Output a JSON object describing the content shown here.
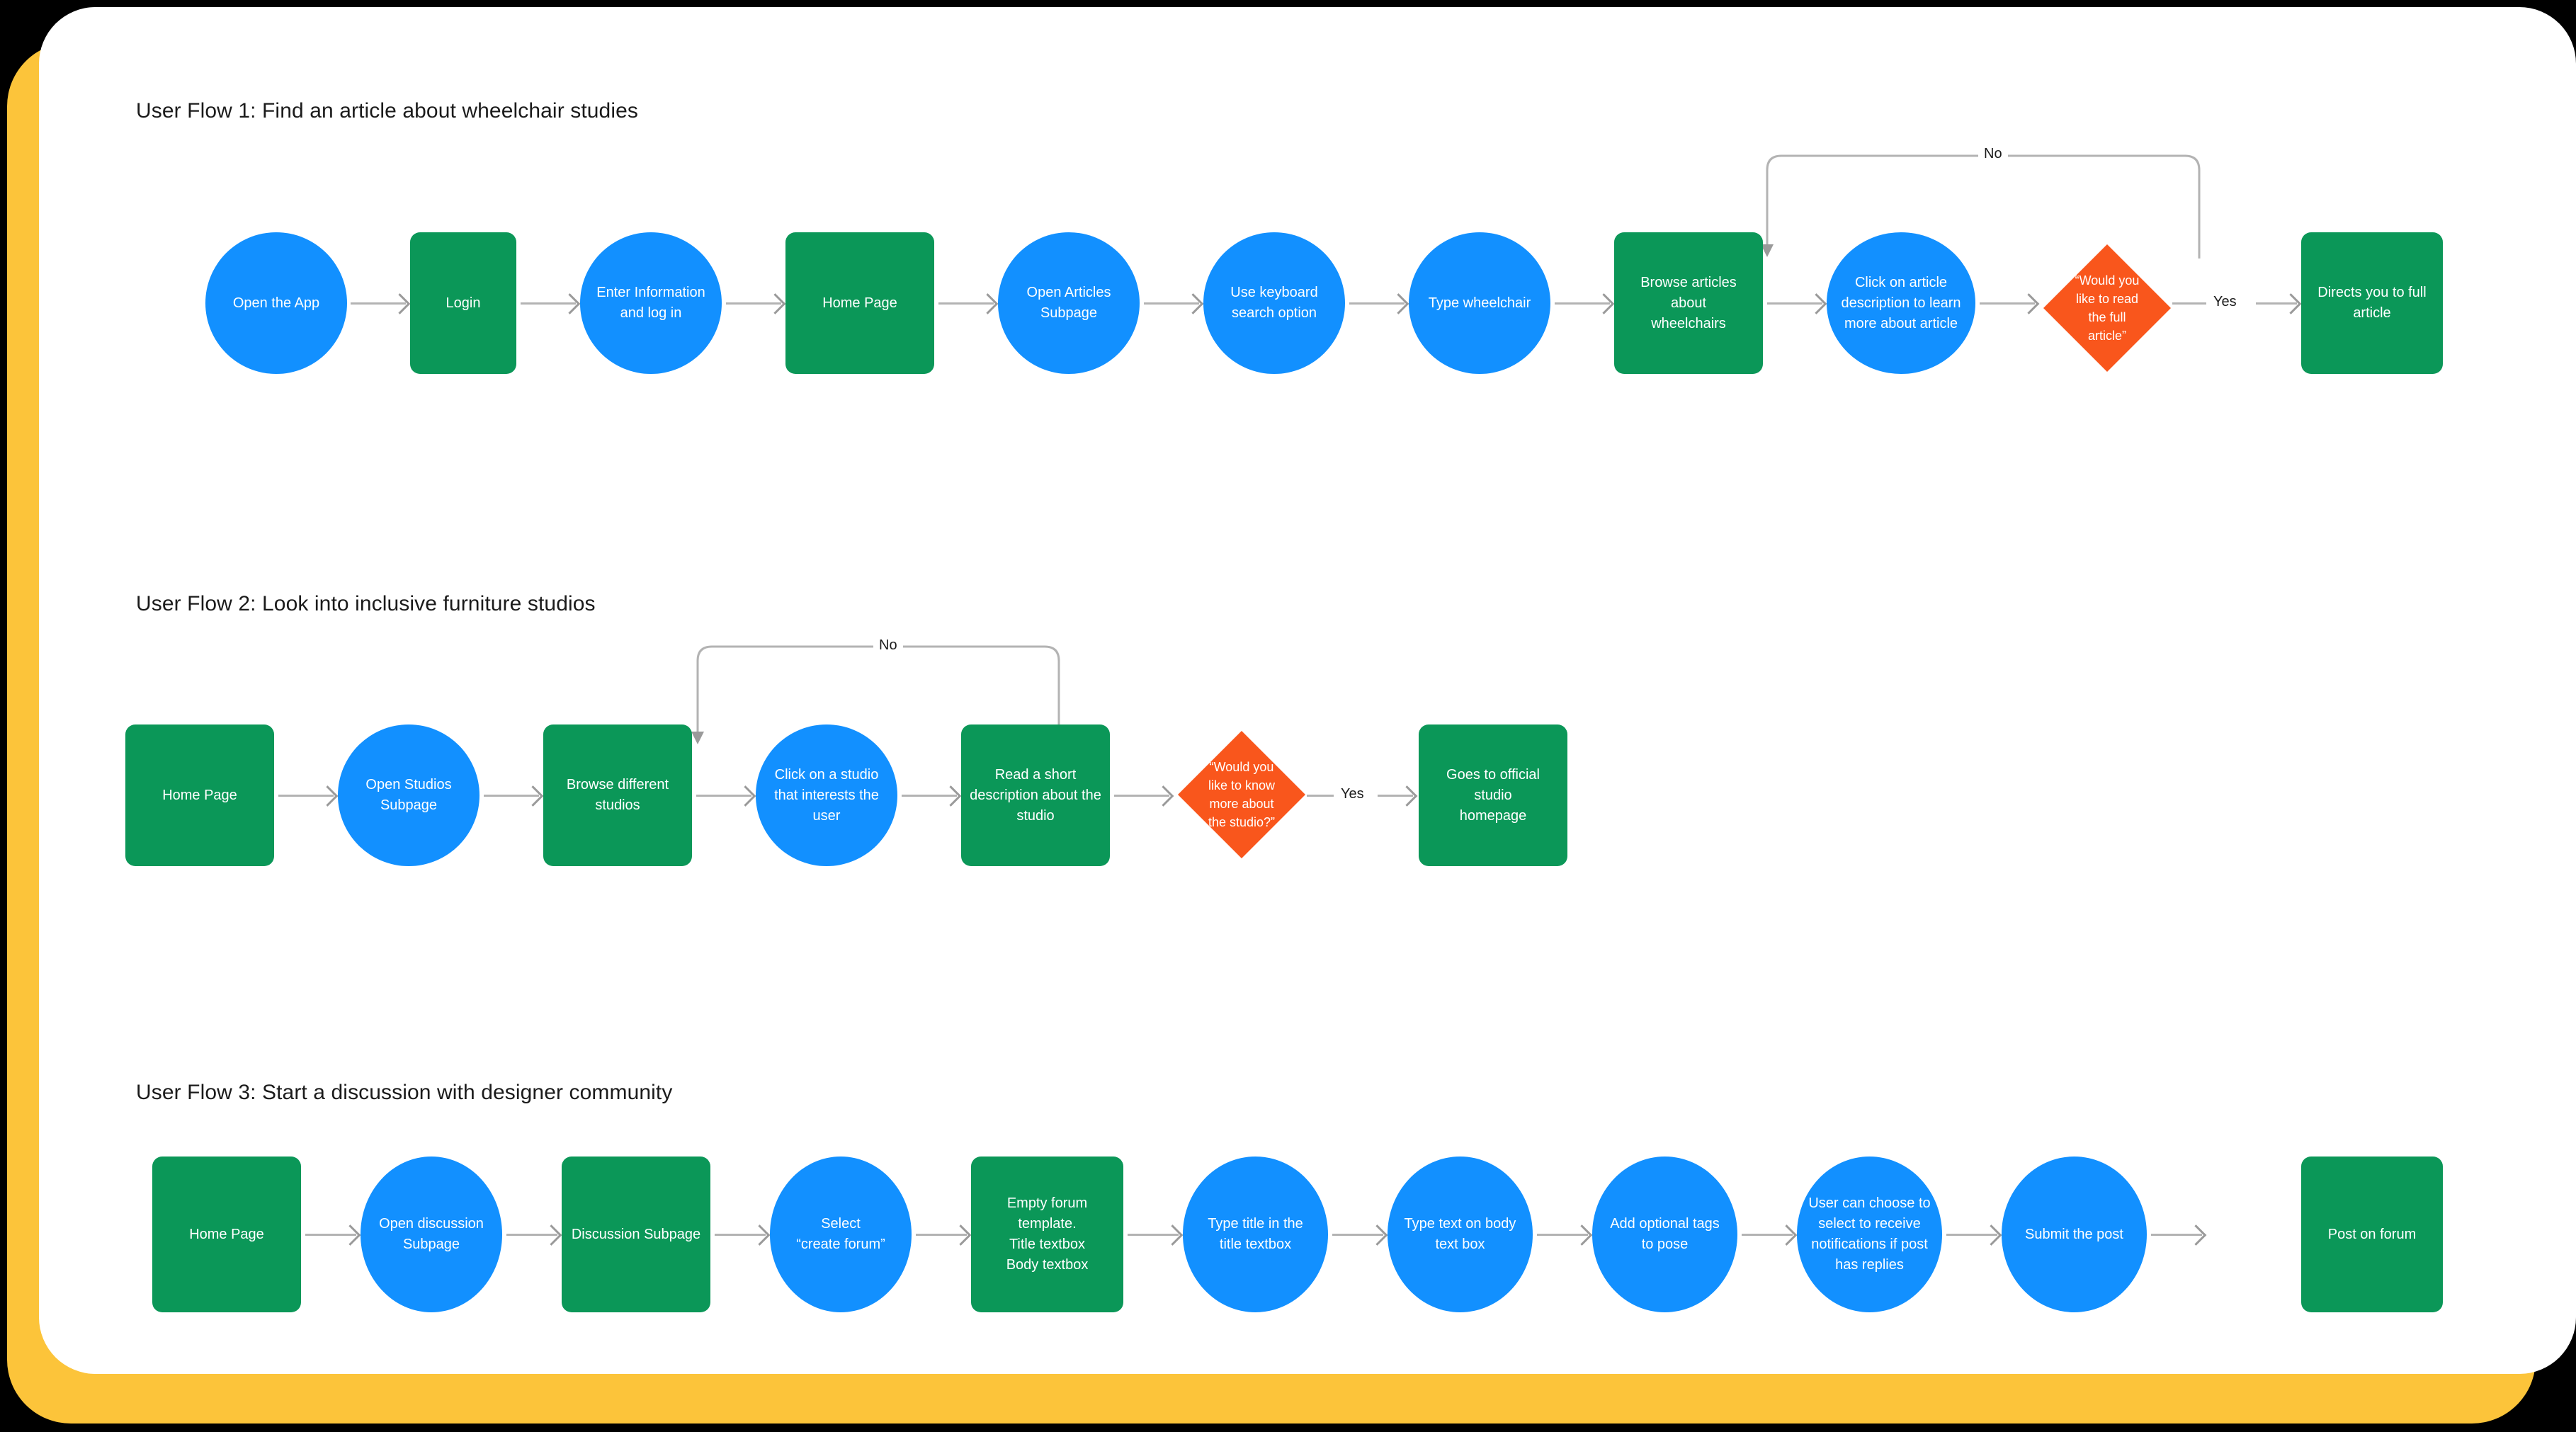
{
  "theme": {
    "frame_color": "#FCC43A",
    "canvas_color": "#FFFFFF",
    "backdrop_color": "#000000",
    "process_color": "#0B9758",
    "action_color": "#1290FF",
    "decision_color": "#F9561C",
    "connector_color": "#B3B3B3",
    "title_color": "#1B1B1B"
  },
  "flows": [
    {
      "title": "User Flow 1: Find an article about wheelchair studies",
      "nodes": [
        {
          "label": "Open the App",
          "shape": "circle"
        },
        {
          "label": "Login",
          "shape": "rect"
        },
        {
          "label": "Enter Information\nand log in",
          "shape": "circle"
        },
        {
          "label": "Home Page",
          "shape": "rect"
        },
        {
          "label": "Open Articles\nSubpage",
          "shape": "circle"
        },
        {
          "label": "Use keyboard\nsearch option",
          "shape": "circle"
        },
        {
          "label": "Type wheelchair",
          "shape": "circle"
        },
        {
          "label": "Browse articles about\nwheelchairs",
          "shape": "rect"
        },
        {
          "label": "Click on article\ndescription to learn\nmore about article",
          "shape": "circle"
        },
        {
          "label": "“Would you\nlike to read\nthe full\narticle”",
          "shape": "diamond"
        },
        {
          "label": "Directs you to full\narticle",
          "shape": "rect"
        }
      ],
      "edge_labels": {
        "yes": "Yes",
        "no": "No"
      }
    },
    {
      "title": "User Flow 2: Look into inclusive furniture studios",
      "nodes": [
        {
          "label": "Home Page",
          "shape": "rect"
        },
        {
          "label": "Open Studios\nSubpage",
          "shape": "circle"
        },
        {
          "label": "Browse different\nstudios",
          "shape": "rect"
        },
        {
          "label": "Click on a studio\nthat interests the\nuser",
          "shape": "circle"
        },
        {
          "label": "Read a short\ndescription about the\nstudio",
          "shape": "rect"
        },
        {
          "label": "“Would you\nlike to know\nmore about\nthe studio?”",
          "shape": "diamond"
        },
        {
          "label": "Goes to official studio\nhomepage",
          "shape": "rect"
        }
      ],
      "edge_labels": {
        "yes": "Yes",
        "no": "No"
      }
    },
    {
      "title": "User Flow 3: Start a discussion with designer community",
      "nodes": [
        {
          "label": "Home Page",
          "shape": "rect"
        },
        {
          "label": "Open discussion\nSubpage",
          "shape": "circle"
        },
        {
          "label": "Discussion Subpage",
          "shape": "rect"
        },
        {
          "label": "Select\n“create forum”",
          "shape": "circle"
        },
        {
          "label": "Empty forum template.\nTitle textbox\nBody textbox",
          "shape": "rect"
        },
        {
          "label": "Type title in the\ntitle textbox",
          "shape": "circle"
        },
        {
          "label": "Type text on body\ntext box",
          "shape": "circle"
        },
        {
          "label": "Add optional tags\nto pose",
          "shape": "circle"
        },
        {
          "label": "User can choose to\nselect to receive\nnotifications if post\nhas replies",
          "shape": "circle"
        },
        {
          "label": "Submit the post",
          "shape": "circle"
        },
        {
          "label": "Post on forum",
          "shape": "rect"
        }
      ],
      "edge_labels": {}
    }
  ]
}
